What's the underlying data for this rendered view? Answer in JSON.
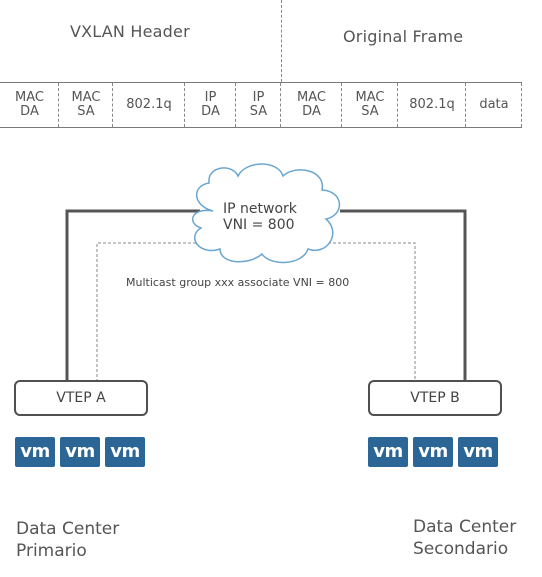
{
  "header": {
    "vxlan_title": "VXLAN Header",
    "original_title": "Original Frame"
  },
  "frame_fields": [
    "MAC\nDA",
    "MAC\nSA",
    "802.1q",
    "IP\nDA",
    "IP\nSA",
    "MAC\nDA",
    "MAC\nSA",
    "802.1q",
    "data"
  ],
  "network": {
    "cloud_label": "IP network\nVNI = 800",
    "multicast_label": "Multicast group xxx associate VNI = 800"
  },
  "vteps": {
    "a": "VTEP A",
    "b": "VTEP B"
  },
  "vm_icon": {
    "label": "vm",
    "color": "#2b6697"
  },
  "datacenters": {
    "primary": "Data Center\nPrimario",
    "secondary": "Data Center\nSecondario"
  }
}
